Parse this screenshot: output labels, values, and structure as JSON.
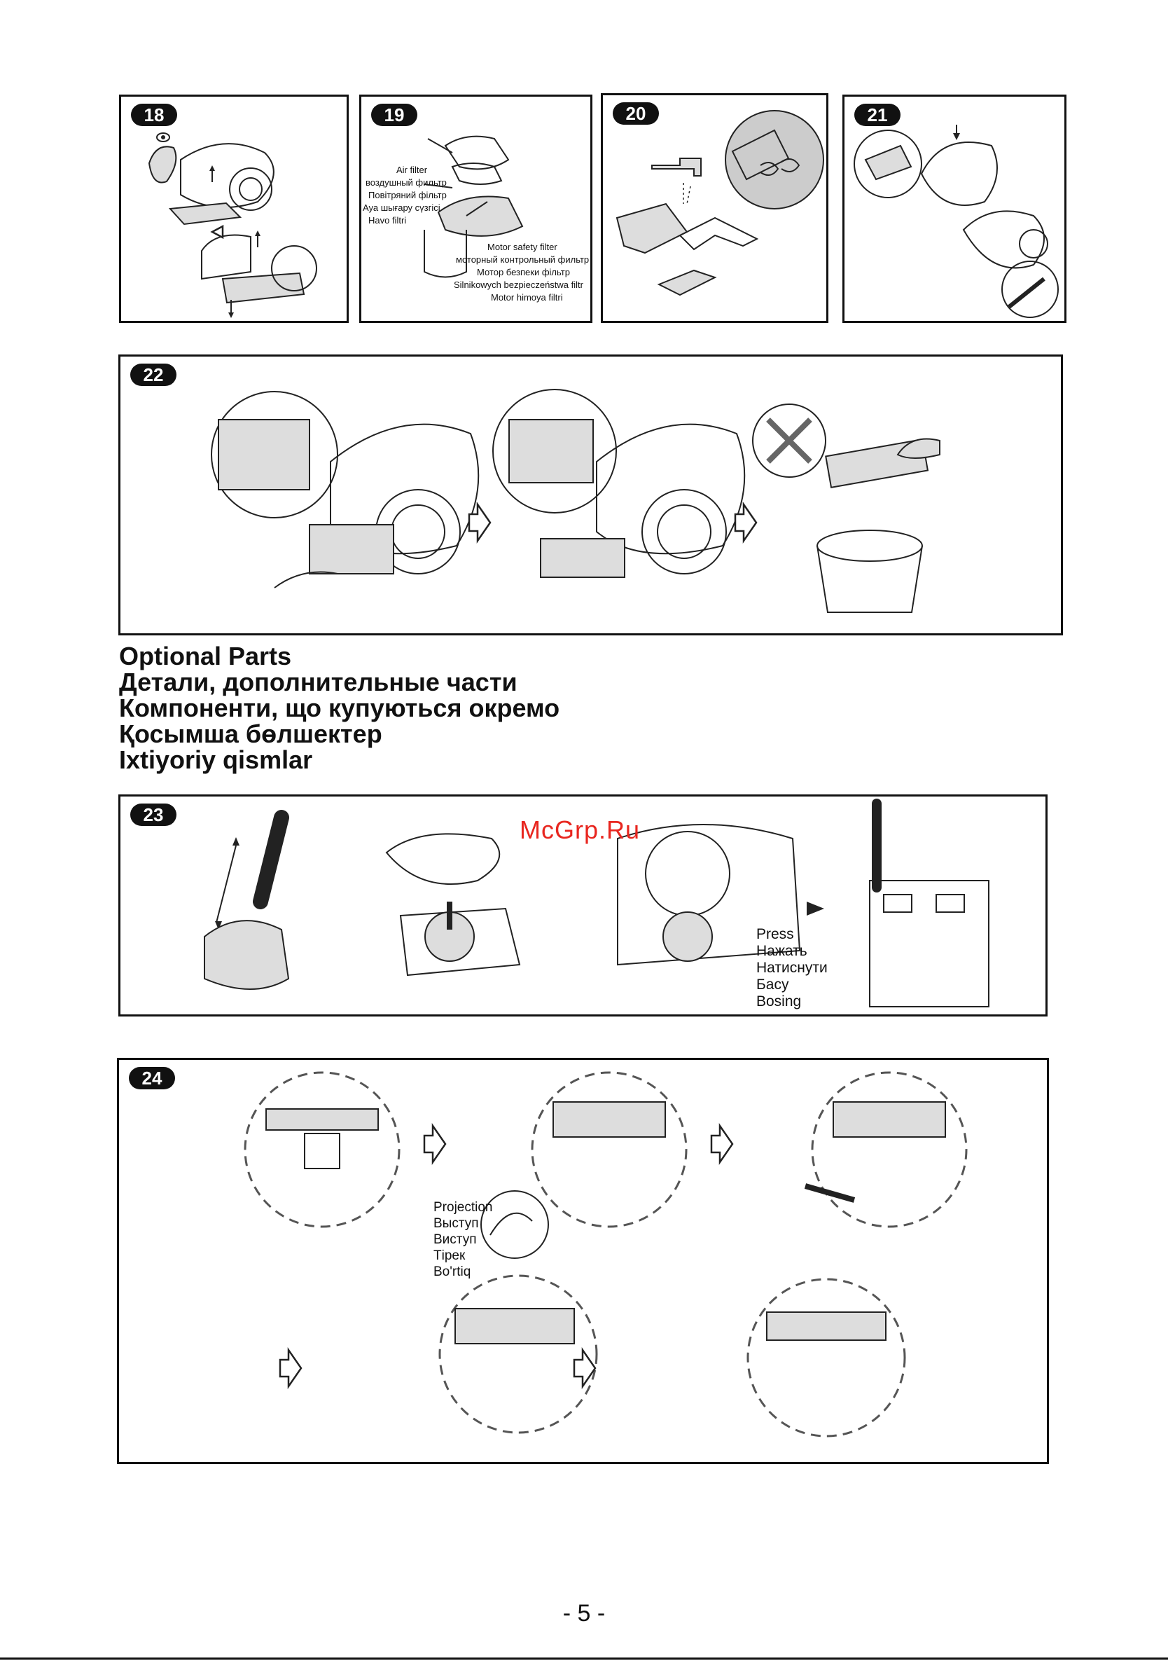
{
  "panels": {
    "p18": {
      "badge": "18"
    },
    "p19": {
      "badge": "19",
      "air_filter": [
        "Air filter",
        "воздушный фильтр",
        "Повітряний фільтр",
        "Ауа шығару сүзгісі",
        "Havo filtri"
      ],
      "motor_filter": [
        "Motor safety filter",
        "моторный контрольный фильтр",
        "Мотор безпеки фільтр",
        "Silnikowych bezpieczeństwa filtr",
        "Motor himoya filtri"
      ]
    },
    "p20": {
      "badge": "20"
    },
    "p21": {
      "badge": "21"
    },
    "p22": {
      "badge": "22"
    },
    "p23": {
      "badge": "23",
      "press": [
        "Press",
        "Нажать",
        "Натиснути",
        "Басу",
        "Bosing"
      ]
    },
    "p24": {
      "badge": "24",
      "projection": [
        "Projection",
        "Выступ",
        "Виступ",
        "Тірек",
        "Bo'rtiq"
      ]
    }
  },
  "heading": {
    "lines": [
      "Optional Parts",
      "Детали, дополнительные части",
      "Компоненти, що купуються окремо",
      "Қосымша бөлшектер",
      "Ixtiyoriy qismlar"
    ]
  },
  "watermark": "McGrp.Ru",
  "page_number": "- 5 -",
  "icons": [
    "eye-icon",
    "arrow-right-icon",
    "faucet-icon",
    "no-water-icon",
    "brush-icon",
    "trash-bin-icon"
  ]
}
